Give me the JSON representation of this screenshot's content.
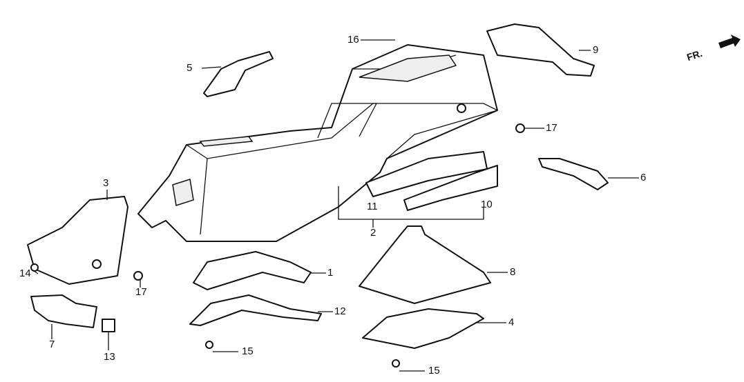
{
  "diagram": {
    "direction_label": "FR.",
    "callouts": {
      "c1": "1",
      "c2": "2",
      "c3": "3",
      "c4": "4",
      "c5": "5",
      "c6": "6",
      "c7": "7",
      "c8": "8",
      "c9": "9",
      "c10": "10",
      "c11": "11",
      "c12": "12",
      "c13": "13",
      "c14": "14",
      "c15a": "15",
      "c15b": "15",
      "c16": "16",
      "c17a": "17",
      "c17b": "17"
    }
  }
}
